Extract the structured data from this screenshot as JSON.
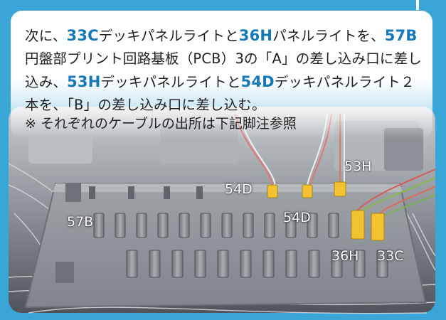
{
  "instruction": {
    "p1": "次に、",
    "p2": "33C",
    "p3": "デッキパネルライトと",
    "p4": "36H",
    "p5": "パネルライトを、",
    "p6": "57B",
    "p7": "円盤部プリント回路基板（PCB）3の「A」の差し込み口に差し込み、",
    "p8": "53H",
    "p9": "デッキパネルライトと",
    "p10": "54D",
    "p11": "デッキパネルライト２本を、「B」の差し込み口に差し込む。",
    "note": "※ それぞれのケーブルの出所は下記脚注参照"
  },
  "labels": {
    "l53h": "53H",
    "l54d_top": "54D",
    "l54d_mid": "54D",
    "l57b": "57B",
    "l36h": "36H",
    "l33c": "33C"
  },
  "colors": {
    "background": "#3aa6d8",
    "part_number": "#1579b8",
    "connector": "#f2c230"
  }
}
